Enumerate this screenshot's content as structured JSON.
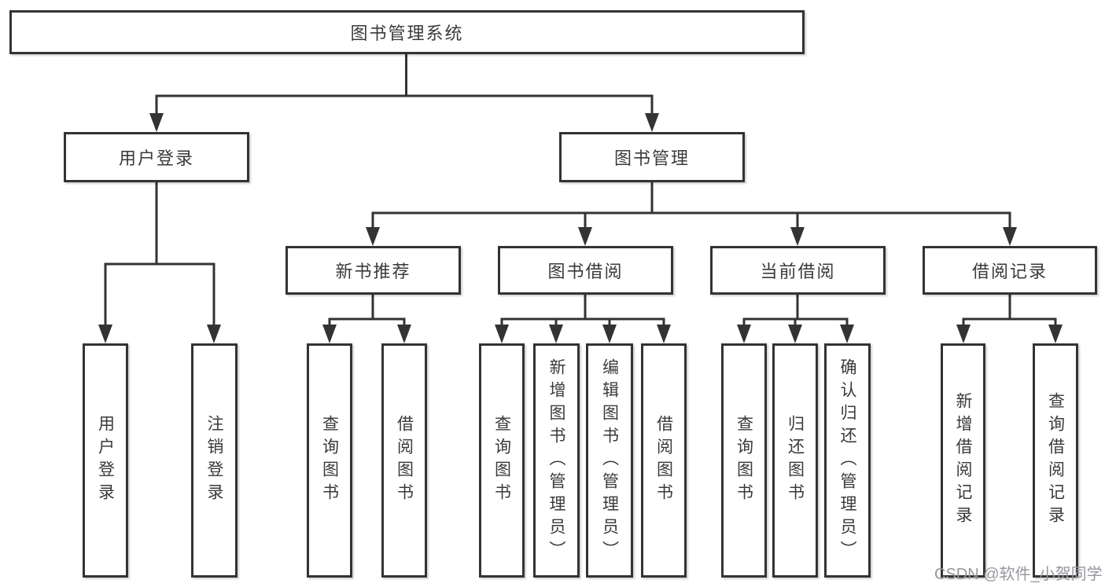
{
  "tree": {
    "label": "图书管理系统",
    "children": [
      {
        "label": "用户登录",
        "children": [
          {
            "label": "用户登录"
          },
          {
            "label": "注销登录"
          }
        ]
      },
      {
        "label": "图书管理",
        "children": [
          {
            "label": "新书推荐",
            "children": [
              {
                "label": "查询图书"
              },
              {
                "label": "借阅图书"
              }
            ]
          },
          {
            "label": "图书借阅",
            "children": [
              {
                "label": "查询图书"
              },
              {
                "label": "新增图书（管理员）"
              },
              {
                "label": "编辑图书（管理员）"
              },
              {
                "label": "借阅图书"
              }
            ]
          },
          {
            "label": "当前借阅",
            "children": [
              {
                "label": "查询图书"
              },
              {
                "label": "归还图书"
              },
              {
                "label": "确认归还（管理员）"
              }
            ]
          },
          {
            "label": "借阅记录",
            "children": [
              {
                "label": "新增借阅记录"
              },
              {
                "label": "查询借阅记录"
              }
            ]
          }
        ]
      }
    ]
  },
  "watermark": "CSDN @软件_小贺同学",
  "colors": {
    "line": "#333333",
    "text": "#3a3a3a",
    "watermark": "#97979d",
    "background": "#ffffff"
  }
}
